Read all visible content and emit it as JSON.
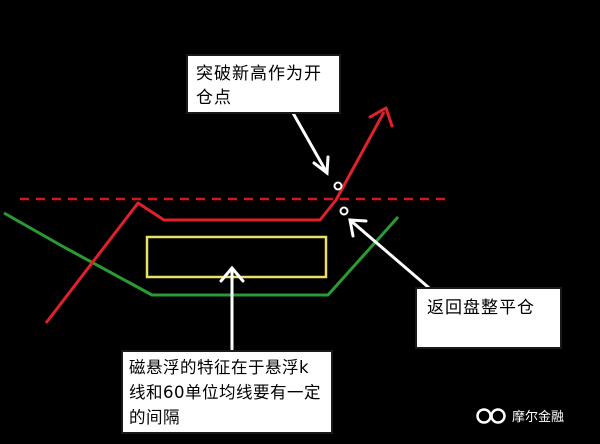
{
  "annotations": {
    "breakout": "突破新高作为开仓点",
    "exit": "返回盘整平仓",
    "feature": "磁悬浮的特征在于悬浮k线和60单位均线要有一定的间隔"
  },
  "watermark": {
    "brand": "摩尔金融",
    "logo_icon": "double-loop-logo-icon"
  },
  "colors": {
    "background": "#000000",
    "price_line": "#e0202a",
    "ma_line": "#2a9a33",
    "dashed_line": "#d01a1a",
    "consolidation_box": "#e8e06a",
    "arrow": "#ffffff"
  }
}
